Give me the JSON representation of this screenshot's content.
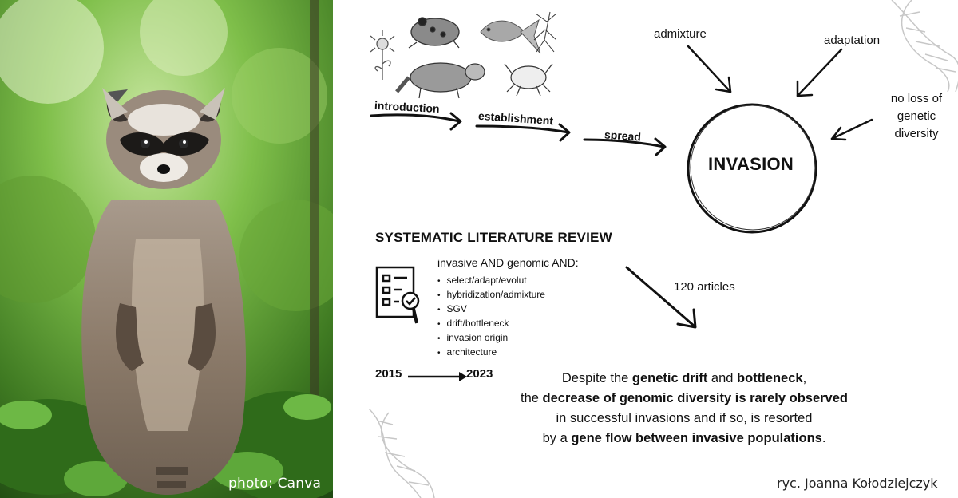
{
  "photo": {
    "credit": "photo: Canva"
  },
  "diagram": {
    "stages": [
      "introduction",
      "establishment",
      "spread"
    ],
    "center": "INVASION",
    "factors": {
      "left": "admixture",
      "right": "adaptation",
      "side": "no loss of genetic diversity"
    }
  },
  "review": {
    "title": "SYSTEMATIC LITERATURE REVIEW",
    "query": "invasive AND genomic AND:",
    "terms": [
      "select/adapt/evolut",
      "hybridization/admixture",
      "SGV",
      "drift/bottleneck",
      "invasion origin",
      "architecture"
    ],
    "year_start": "2015",
    "year_end": "2023",
    "articles": "120 articles"
  },
  "summary": {
    "l1a": "Despite the ",
    "l1b": "genetic drift",
    "l1c": " and ",
    "l1d": "bottleneck",
    "l1e": ",",
    "l2a": "the ",
    "l2b": "decrease of genomic diversity is rarely observed",
    "l3": "in successful invasions and if so, is resorted",
    "l4a": "by a ",
    "l4b": "gene flow between invasive populations",
    "l4c": "."
  },
  "signature": "ryc. Joanna Kołodziejczyk"
}
